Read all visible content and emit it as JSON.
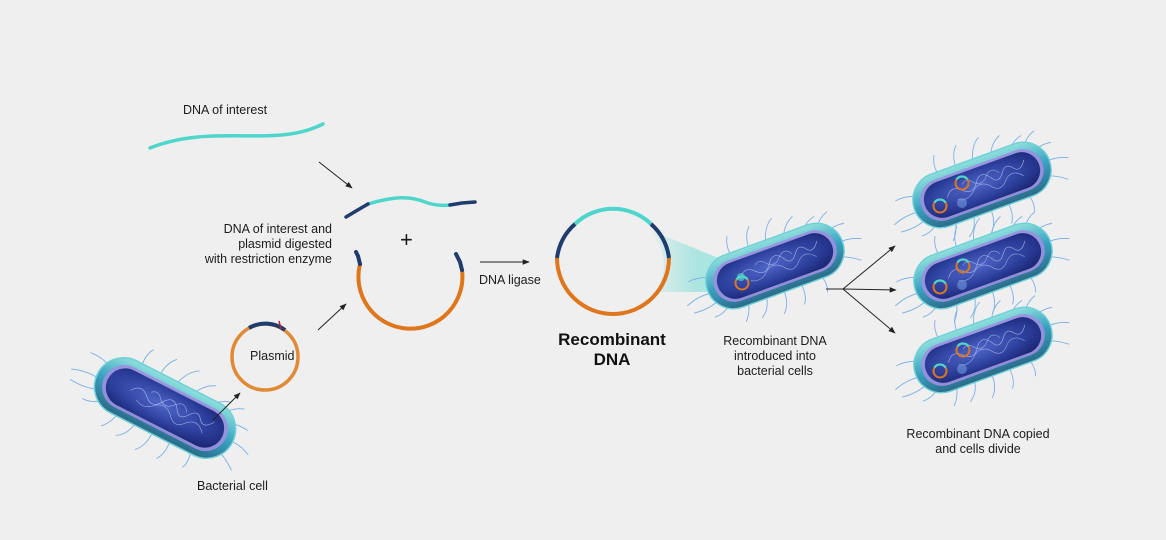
{
  "labels": {
    "dna_of_interest": "DNA of interest",
    "digested": "DNA of interest and\nplasmid digested\nwith restriction enzyme",
    "plus": "+",
    "dna_ligase": "DNA ligase",
    "plasmid": "Plasmid",
    "bacterial_cell": "Bacterial cell",
    "recombinant_dna": "Recombinant\nDNA",
    "introduced": "Recombinant DNA\nintroduced into\nbacterial cells",
    "copied": "Recombinant DNA copied\nand cells divide"
  },
  "colors": {
    "background": "#efefef",
    "dna_of_interest": "#4fd6cc",
    "plasmid_ring": "#e0761b",
    "plasmid_ring_light": "#e08a35",
    "sticky_end": "#1f3c6e",
    "bacterium_membrane": "#4fa6d6",
    "bacterium_core": "#2a3f9a",
    "flagella": "#7fb2e8"
  },
  "icons": {
    "bacterium": "bacterium-icon",
    "plasmid": "plasmid-ring-icon",
    "arrow": "arrow-icon"
  }
}
